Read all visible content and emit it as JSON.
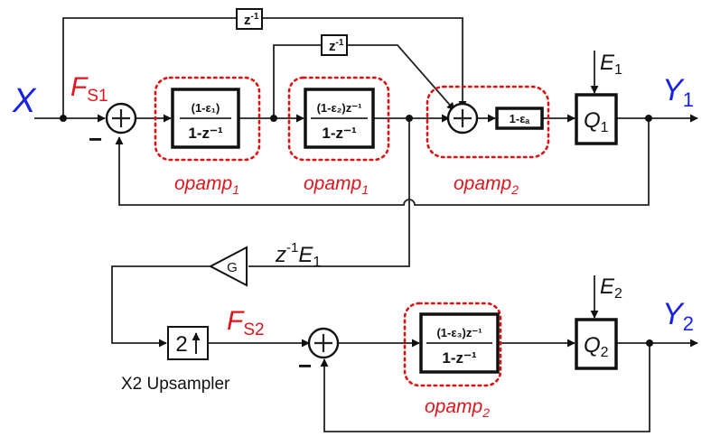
{
  "signals": {
    "input": "X",
    "fs1_main": "F",
    "fs1_sub": "S1",
    "fs2_main": "F",
    "fs2_sub": "S2",
    "y1_main": "Y",
    "y1_sub": "1",
    "y2_main": "Y",
    "y2_sub": "2",
    "e1_main": "E",
    "e1_sub": "1",
    "e2_main": "E",
    "e2_sub": "2",
    "delayed_error_z": "z",
    "delayed_error_exp": "-1",
    "delayed_error_main": "E",
    "delayed_error_sub": "1"
  },
  "blocks": {
    "int1_num": "(1-ε₁)",
    "int1_den": "1-z⁻¹",
    "int2_num": "(1-ε₂)z⁻¹",
    "int2_den": "1-z⁻¹",
    "int3_num": "(1-ε₃)z⁻¹",
    "int3_den": "1-z⁻¹",
    "gain_a": "1-εₐ",
    "delay_outer_z": "z",
    "delay_outer_exp": "-1",
    "delay_inner_z": "z",
    "delay_inner_exp": "-1",
    "q1_main": "Q",
    "q1_sub": "1",
    "q2_main": "Q",
    "q2_sub": "2",
    "gain_g": "G",
    "upsampler_factor": "2"
  },
  "labels": {
    "opamp_int1_main": "opamp",
    "opamp_int1_sub": "1",
    "opamp_int2_main": "opamp",
    "opamp_int2_sub": "1",
    "opamp_sum_main": "opamp",
    "opamp_sum_sub": "2",
    "opamp_int3_main": "opamp",
    "opamp_int3_sub": "2",
    "upsampler": "X2 Upsampler",
    "minus": "−"
  },
  "colors": {
    "signal_blue": "#1a21e6",
    "opamp_red": "#e0151b",
    "wire": "#222222"
  }
}
